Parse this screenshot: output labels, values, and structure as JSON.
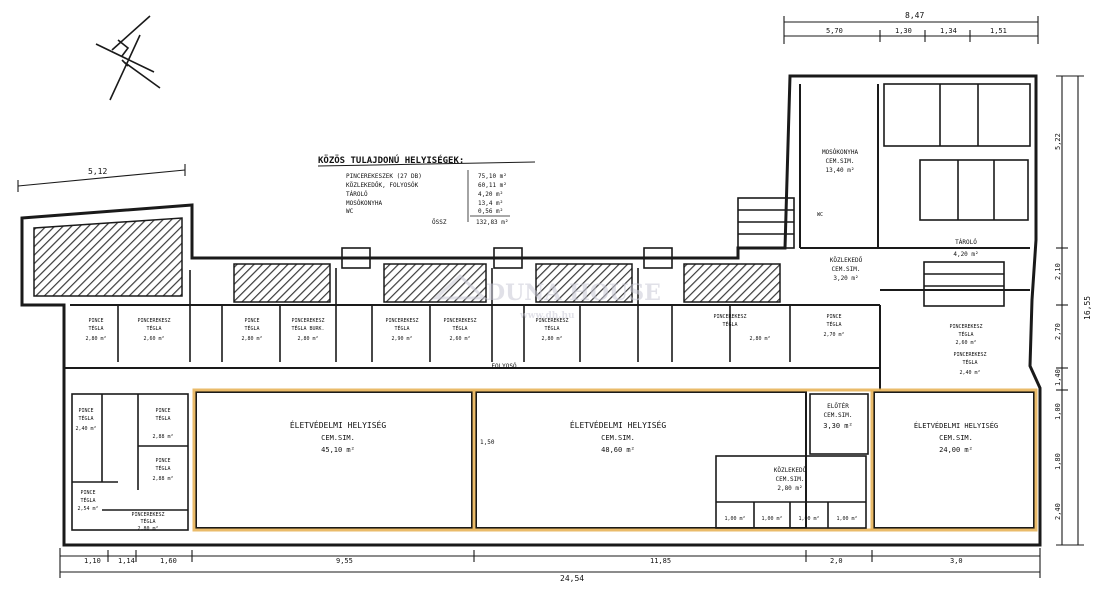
{
  "legend": {
    "title": "KÖZÖS TULAJDONÚ HELYISÉGEK:",
    "rows": [
      {
        "label": "PINCEREKESZEK (27 DB)",
        "value": "75,10 m²"
      },
      {
        "label": "KÖZLEKEDŐK, FOLYOSÓK",
        "value": "60,11 m²"
      },
      {
        "label": "TÁROLÓ",
        "value": "4,20 m²"
      },
      {
        "label": "MOSÓKONYHA",
        "value": "13,4 m²"
      },
      {
        "label": "WC",
        "value": "0,56 m²"
      },
      {
        "label": "ÖSSZ",
        "value": "132,83 m²"
      }
    ]
  },
  "watermark": {
    "brand": "DUNA HOUSE",
    "url": "www.dh.hu"
  },
  "shelters": [
    {
      "name": "ÉLETVÉDELMI HELYISÉG",
      "floor": "CEM.SIM.",
      "area": "45,10 m²"
    },
    {
      "name": "ÉLETVÉDELMI HELYISÉG",
      "floor": "CEM.SIM.",
      "area": "48,60 m²"
    },
    {
      "name": "ÉLETVÉDELMI HELYISÉG",
      "floor": "CEM.SIM.",
      "area": "24,00 m²"
    }
  ],
  "rooms": {
    "mosokonyha": {
      "name": "MOSÓKONYHA",
      "floor": "CEM.SIM.",
      "area": "13,40 m²"
    },
    "tarolo": {
      "name": "TÁROLÓ",
      "area": "4,20 m²"
    },
    "kozlekedo_top": {
      "name": "KÖZLEKEDŐ",
      "floor": "CEM.SIM.",
      "area": "3,20 m²"
    },
    "kozlekedo_bottom": {
      "name": "KÖZLEKEDŐ",
      "floor": "CEM.SIM.",
      "area": "2,80 m²"
    },
    "eloter": {
      "name": "ELŐTÉR",
      "floor": "CEM.SIM.",
      "area": "3,30 m²"
    },
    "folyoso": {
      "name": "FOLYOSÓ"
    },
    "wc": {
      "name": "WC"
    },
    "top_row": [
      {
        "name": "PINCE",
        "sub": "TÉGLA",
        "area": "2,80 m²"
      },
      {
        "name": "PINCEREKESZ",
        "sub": "TÉGLA",
        "area": "2,60 m²"
      },
      {
        "name": "PINCE",
        "sub": "TÉGLA",
        "area": "2,80 m²"
      },
      {
        "name": "PINCEREKESZ",
        "sub": "TÉGLA BURK.",
        "area": "2,80 m²"
      },
      {
        "name": "PINCEREKESZ",
        "sub": "TÉGLA",
        "area": "2,90 m²"
      },
      {
        "name": "PINCEREKESZ",
        "sub": "TÉGLA",
        "area": "2,60 m²"
      },
      {
        "name": "PINCEREKESZ",
        "sub": "TÉGLA",
        "area": "2,80 m²"
      },
      {
        "name": "PINCEREKESZ",
        "sub": "TÉGLA",
        "area": "2,80 m²"
      },
      {
        "name": "PINCE",
        "sub": "TÉGLA",
        "area": "2,70 m²"
      }
    ],
    "right_block": [
      {
        "name": "PINCEREKESZ",
        "sub": "TÉGLA",
        "area": "2,60 m²"
      },
      {
        "name": "PINCEREKESZ",
        "sub": "TÉGLA",
        "area": "2,40 m²"
      }
    ],
    "left_block": [
      {
        "name": "PINCE",
        "sub": "TÉGLA",
        "area": "2,40 m²"
      },
      {
        "name": "PINCE",
        "sub": "TÉGLA",
        "area": "2,88 m²"
      },
      {
        "name": "PINCE",
        "sub": "TÉGLA",
        "area": "2,88 m²"
      },
      {
        "name": "PINCE",
        "sub": "TÉGLA",
        "area": "2,54 m²"
      },
      {
        "name": "PINCEREKESZ",
        "sub": "TÉGLA",
        "area": "2,80 m²"
      }
    ],
    "lepcso_areas": [
      "1,00 m²",
      "1,00 m²",
      "1,00 m²",
      "1,00 m²"
    ]
  },
  "dimensions": {
    "top_total": "8,47",
    "top_parts": [
      "5,70",
      "1,30",
      "1,34",
      "1,51"
    ],
    "left_diag": "5,12",
    "bottom_parts": [
      "1,10",
      "1,14",
      "1,60",
      "9,55",
      "11,85",
      "2,0",
      "3,0"
    ],
    "bottom_total": "24,54",
    "right_parts": [
      "5,22",
      "2,10",
      "2,70",
      "1,40",
      "1,00",
      "1,80",
      "2,40"
    ],
    "right_total": "16,55",
    "shelter_wall": "1,50"
  },
  "colors": {
    "ink": "#1a1a1a",
    "highlight": "#e8b45a",
    "hatch": "#3a3a3a",
    "watermark": "#c9c9d6"
  }
}
